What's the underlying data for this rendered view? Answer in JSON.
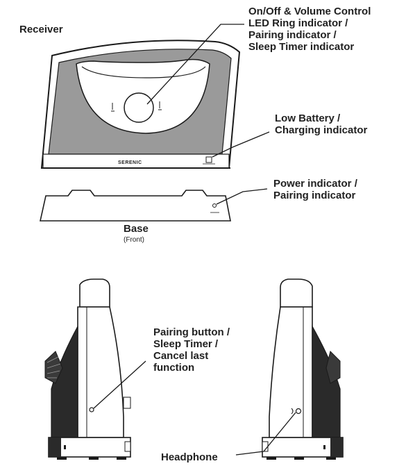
{
  "labels": {
    "receiver": "Receiver",
    "control_line1": "On/Off & Volume Control",
    "control_line2": "LED Ring indicator /",
    "control_line3": "Pairing indicator /",
    "control_line4": "Sleep Timer indicator",
    "battery_line1": "Low Battery /",
    "battery_line2": "Charging indicator",
    "power_line1": "Power indicator /",
    "power_line2": "Pairing indicator",
    "base": "Base",
    "base_sub": "(Front)",
    "pairing_line1": "Pairing button /",
    "pairing_line2": "Sleep Timer /",
    "pairing_line3": "Cancel last",
    "pairing_line4": "function",
    "headphone": "Headphone"
  },
  "brand": "SERENIC",
  "colors": {
    "ink": "#1a1a1a",
    "panel": "#9a9a9a",
    "dark": "#2a2a2a",
    "body": "#ffffff"
  }
}
